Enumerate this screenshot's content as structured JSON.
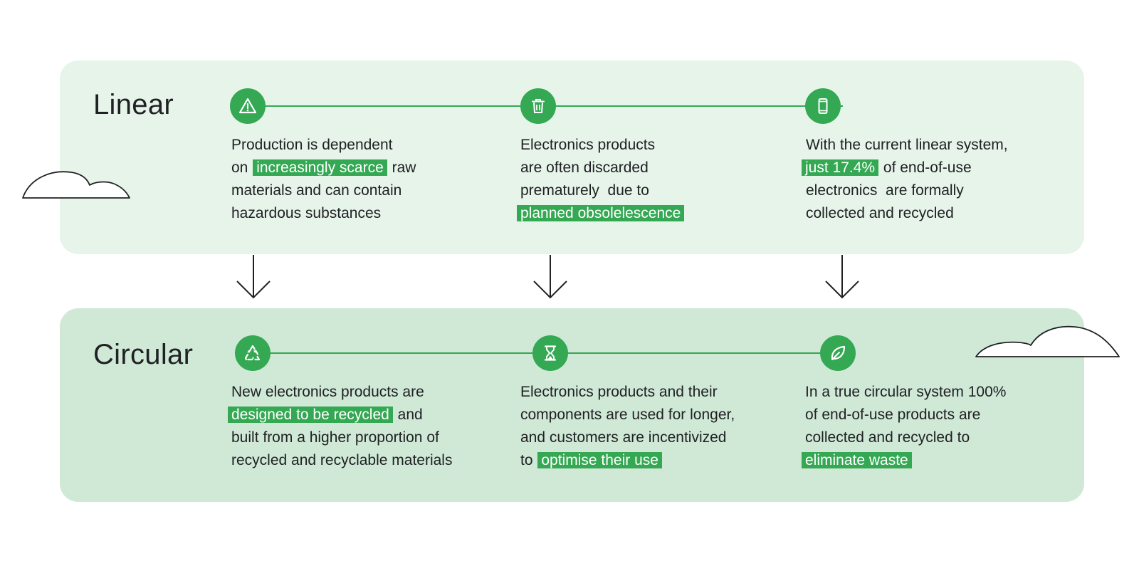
{
  "linear": {
    "title": "Linear",
    "items": [
      {
        "icon": "warning-icon",
        "lines": [
          {
            "before": "Production is dependent",
            "highlight": "",
            "after": ""
          },
          {
            "before": "on ",
            "highlight": "increasingly scarce",
            "after": " raw"
          },
          {
            "before": "materials and can contain",
            "highlight": "",
            "after": ""
          },
          {
            "before": "hazardous substances",
            "highlight": "",
            "after": ""
          }
        ]
      },
      {
        "icon": "trash-icon",
        "lines": [
          {
            "before": "Electronics products",
            "highlight": "",
            "after": ""
          },
          {
            "before": "are often discarded",
            "highlight": "",
            "after": ""
          },
          {
            "before": "prematurely  due to",
            "highlight": "",
            "after": ""
          },
          {
            "before": "",
            "highlight": "planned obsolelescence",
            "after": ""
          }
        ]
      },
      {
        "icon": "phone-icon",
        "lines": [
          {
            "before": "With the current linear system,",
            "highlight": "",
            "after": ""
          },
          {
            "before": "",
            "highlight": "just 17.4%",
            "after": " of end-of-use"
          },
          {
            "before": "electronics  are formally",
            "highlight": "",
            "after": ""
          },
          {
            "before": "collected and recycled",
            "highlight": "",
            "after": ""
          }
        ]
      }
    ]
  },
  "circular": {
    "title": "Circular",
    "items": [
      {
        "icon": "recycle-icon",
        "lines": [
          {
            "before": "New electronics products are",
            "highlight": "",
            "after": ""
          },
          {
            "before": "",
            "highlight": "designed to be recycled",
            "after": " and"
          },
          {
            "before": "built from a higher proportion of",
            "highlight": "",
            "after": ""
          },
          {
            "before": "recycled and recyclable materials",
            "highlight": "",
            "after": ""
          }
        ]
      },
      {
        "icon": "hourglass-icon",
        "lines": [
          {
            "before": "Electronics products and their",
            "highlight": "",
            "after": ""
          },
          {
            "before": "components are used for longer,",
            "highlight": "",
            "after": ""
          },
          {
            "before": "and customers are incentivized",
            "highlight": "",
            "after": ""
          },
          {
            "before": "to ",
            "highlight": "optimise their use",
            "after": ""
          }
        ]
      },
      {
        "icon": "leaf-icon",
        "lines": [
          {
            "before": "In a true circular system 100%",
            "highlight": "",
            "after": ""
          },
          {
            "before": "of end-of-use products are",
            "highlight": "",
            "after": ""
          },
          {
            "before": "collected and recycled to",
            "highlight": "",
            "after": ""
          },
          {
            "before": "",
            "highlight": "eliminate waste",
            "after": ""
          }
        ]
      }
    ]
  },
  "colors": {
    "accent": "#34a853",
    "linear_bg": "#e6f4ea",
    "circular_bg": "#cfe9d6"
  }
}
